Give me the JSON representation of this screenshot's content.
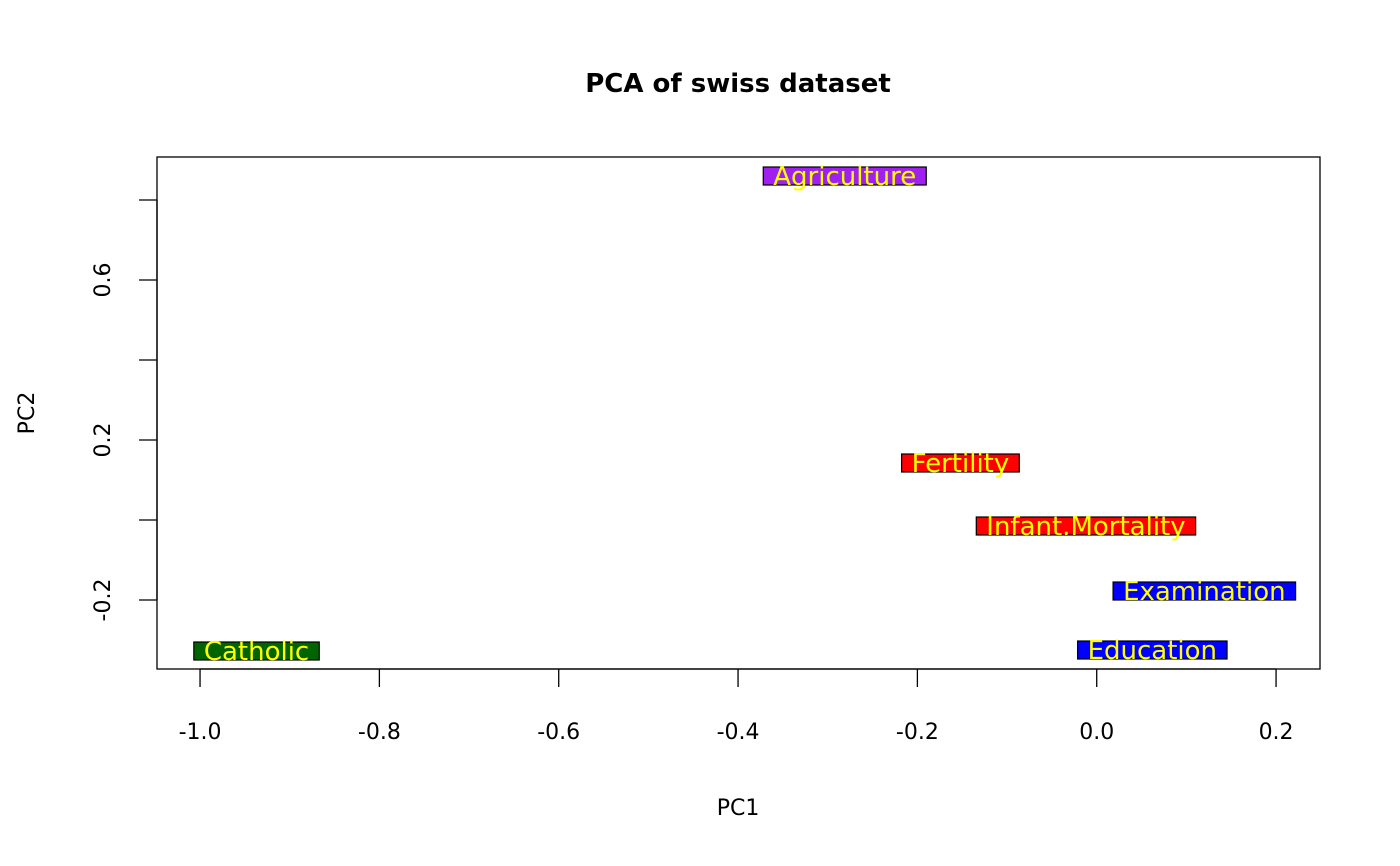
{
  "chart_data": {
    "type": "scatter",
    "title": "PCA of swiss dataset",
    "xlabel": "PC1",
    "ylabel": "PC2",
    "xlim": [
      -1.048,
      0.249
    ],
    "ylim": [
      -0.3725,
      0.9075
    ],
    "x_ticks": [
      -1.0,
      -0.8,
      -0.6,
      -0.4,
      -0.2,
      0.0,
      0.2
    ],
    "x_tick_labels": [
      "-1.0",
      "-0.8",
      "-0.6",
      "-0.4",
      "-0.2",
      "0.0",
      "0.2"
    ],
    "y_ticks": [
      -0.2,
      0.0,
      0.2,
      0.4,
      0.6,
      0.8
    ],
    "y_tick_labels": [
      "-0.2",
      "",
      "0.2",
      "",
      "0.6",
      ""
    ],
    "grid": false,
    "points": [
      {
        "label": "Agriculture",
        "x": -0.281,
        "y": 0.86,
        "fill": "#A020F0",
        "text_color": "#FFFF00"
      },
      {
        "label": "Fertility",
        "x": -0.152,
        "y": 0.1425,
        "fill": "#FF0000",
        "text_color": "#FFFF00"
      },
      {
        "label": "Infant.Mortality",
        "x": -0.012,
        "y": -0.015,
        "fill": "#FF0000",
        "text_color": "#FFFF00"
      },
      {
        "label": "Examination",
        "x": 0.12,
        "y": -0.1775,
        "fill": "#0000FF",
        "text_color": "#FFFF00"
      },
      {
        "label": "Education",
        "x": 0.062,
        "y": -0.325,
        "fill": "#0000FF",
        "text_color": "#FFFF00"
      },
      {
        "label": "Catholic",
        "x": -0.937,
        "y": -0.3275,
        "fill": "#006400",
        "text_color": "#FFFF00"
      }
    ]
  }
}
